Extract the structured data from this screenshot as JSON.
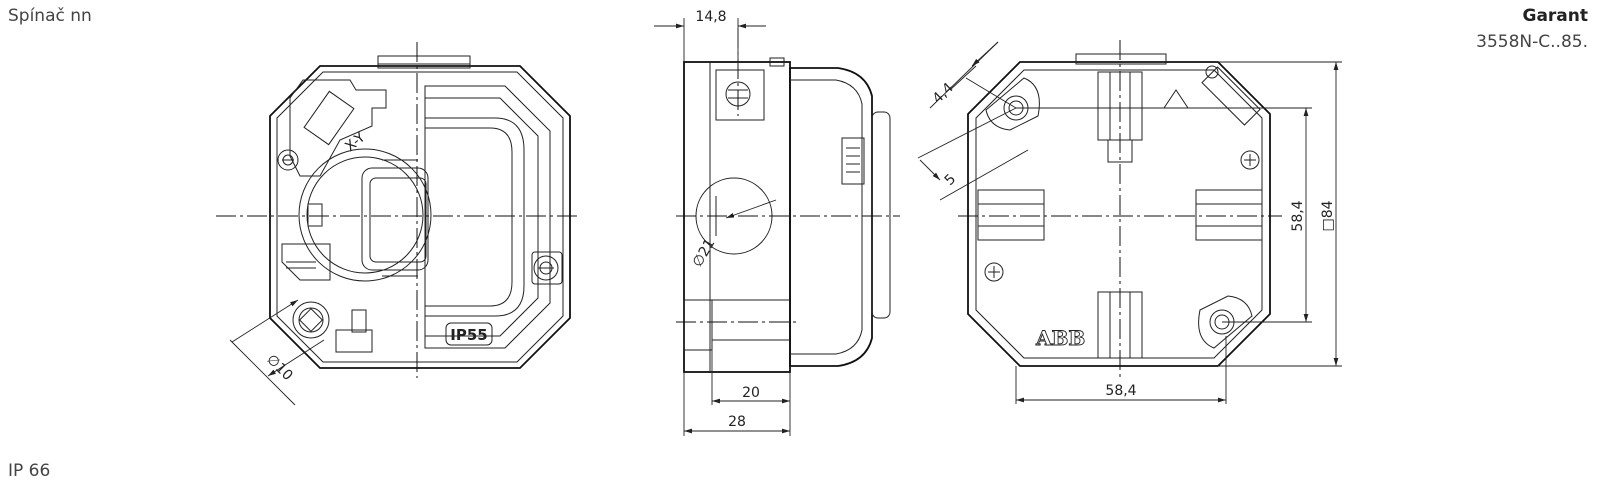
{
  "header": {
    "product_type": "Spínač nn",
    "brand": "Garant",
    "code": "3558N-C..85."
  },
  "footer": {
    "protection_rating": "IP 66"
  },
  "drawing": {
    "front_view": {
      "marking": "IP55",
      "hole_diameter": "∅10",
      "marking_small": "X-Y"
    },
    "side_view": {
      "dim_top": "14,8",
      "dim_bottom_inner": "20",
      "dim_bottom_outer": "28",
      "entry_diameter": "∅21"
    },
    "back_view": {
      "dim_corner_a": "4,4",
      "dim_corner_b": "5",
      "dim_bottom": "58,4",
      "dim_right_inner": "58,4",
      "dim_right_outer": "□84",
      "logo": "ABB"
    }
  }
}
